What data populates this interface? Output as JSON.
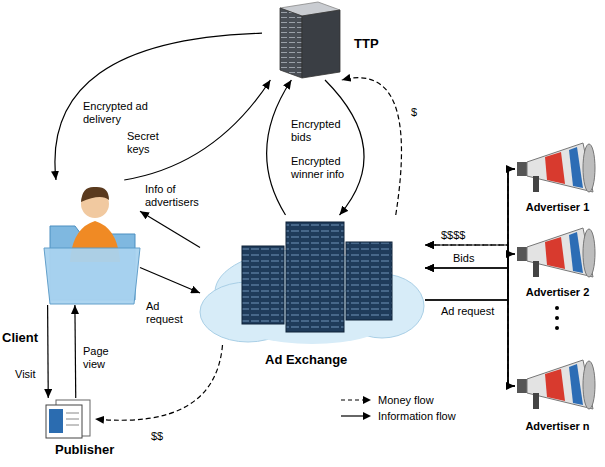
{
  "diagram": {
    "nodes": [
      {
        "text": [
          "TTP"
        ]
      },
      {
        "text": [
          "Client"
        ]
      },
      {
        "text": [
          "Ad Exchange"
        ]
      },
      {
        "text": [
          "Advertiser 1"
        ]
      },
      {
        "text": [
          "Advertiser 2"
        ]
      },
      {
        "text": [
          "Advertiser n"
        ]
      },
      {
        "text": [
          "Publisher"
        ]
      }
    ],
    "edges": [
      {
        "from": 0,
        "to": 1,
        "label": "Encrypted ad delivery",
        "arrow": "to"
      },
      {
        "from": 1,
        "to": 0,
        "label": "Secret keys",
        "arrow": "to"
      },
      {
        "from": 2,
        "to": 0,
        "label": "Encrypted bids",
        "arrow": "to"
      },
      {
        "from": 0,
        "to": 2,
        "label": "Encrypted winner info",
        "arrow": "to"
      },
      {
        "from": 2,
        "to": 0,
        "label": "$",
        "arrow": "to"
      },
      {
        "from": 2,
        "to": 1,
        "label": "Info of advertisers",
        "arrow": "to"
      },
      {
        "from": 1,
        "to": 2,
        "label": "Ad request",
        "arrow": "to"
      },
      {
        "from": 2,
        "to": 3,
        "label": "Ad request",
        "arrow": "to"
      },
      {
        "from": 2,
        "to": 4,
        "arrow": "to"
      },
      {
        "from": 2,
        "to": 5,
        "arrow": "to"
      },
      {
        "from": 3,
        "to": 2,
        "label": "Bids",
        "arrow": "to"
      },
      {
        "from": 4,
        "to": 2,
        "arrow": "to"
      },
      {
        "from": 5,
        "to": 2,
        "arrow": "to"
      },
      {
        "from": 3,
        "to": 2,
        "label": "$$$$",
        "arrow": "to"
      },
      {
        "from": 4,
        "to": 2,
        "arrow": "to"
      },
      {
        "from": 5,
        "to": 2,
        "arrow": "to"
      },
      {
        "from": 2,
        "to": 6,
        "label": "$$",
        "arrow": "to"
      },
      {
        "from": 1,
        "to": 6,
        "label": "Visit",
        "arrow": "to"
      },
      {
        "from": 6,
        "to": 1,
        "label": "Page view",
        "arrow": "to"
      }
    ],
    "legend": [
      {
        "text": "Money flow"
      },
      {
        "text": "Information flow"
      }
    ]
  }
}
